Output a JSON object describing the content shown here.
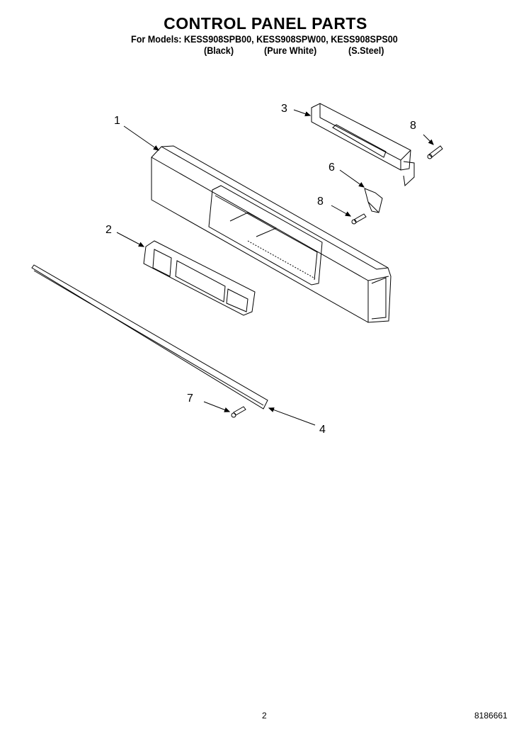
{
  "header": {
    "title": "CONTROL PANEL PARTS",
    "models_line": "For Models: KESS908SPB00, KESS908SPW00, KESS908SPS00",
    "colors": [
      "(Black)",
      "(Pure White)",
      "(S.Steel)"
    ]
  },
  "callouts": [
    "1",
    "2",
    "3",
    "4",
    "6",
    "7",
    "8",
    "8"
  ],
  "footer": {
    "page_number": "2",
    "document_number": "8186661"
  }
}
